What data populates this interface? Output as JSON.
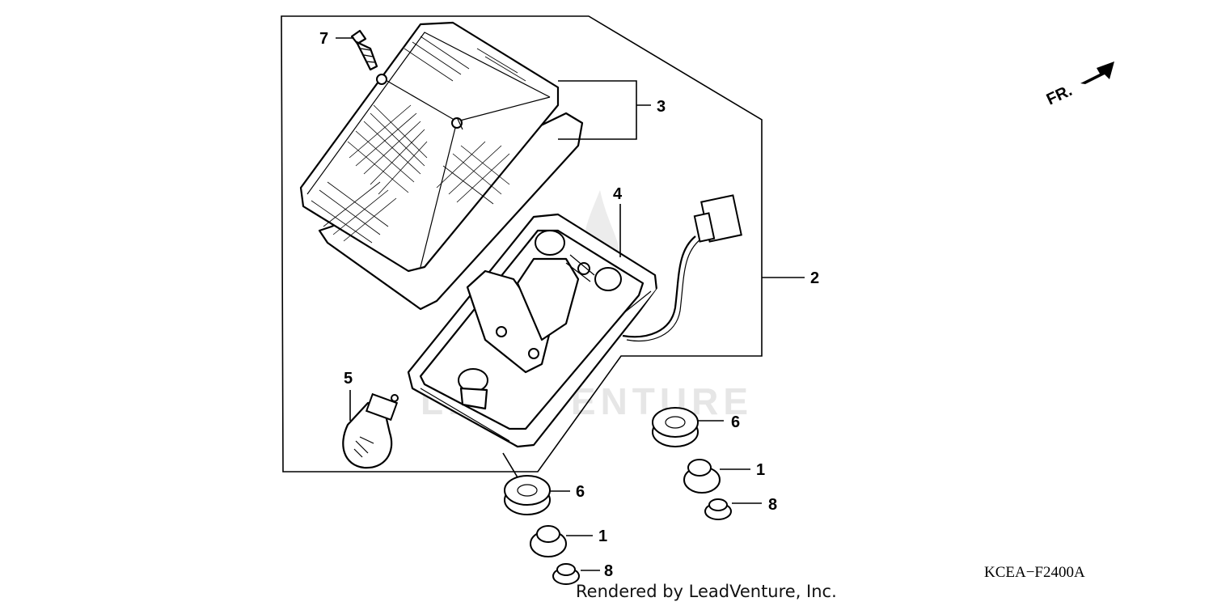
{
  "callouts": {
    "c1a": "1",
    "c1b": "1",
    "c2": "2",
    "c3": "3",
    "c4": "4",
    "c5": "5",
    "c6a": "6",
    "c6b": "6",
    "c7": "7",
    "c8a": "8",
    "c8b": "8"
  },
  "direction_label": "FR.",
  "diagram_code": "KCEA−F2400A",
  "credit": "Rendered by LeadVenture, Inc.",
  "watermark": "LEADVENTURE",
  "colors": {
    "ink": "#000000",
    "watermark": "#e6e6e6",
    "background": "#ffffff"
  }
}
